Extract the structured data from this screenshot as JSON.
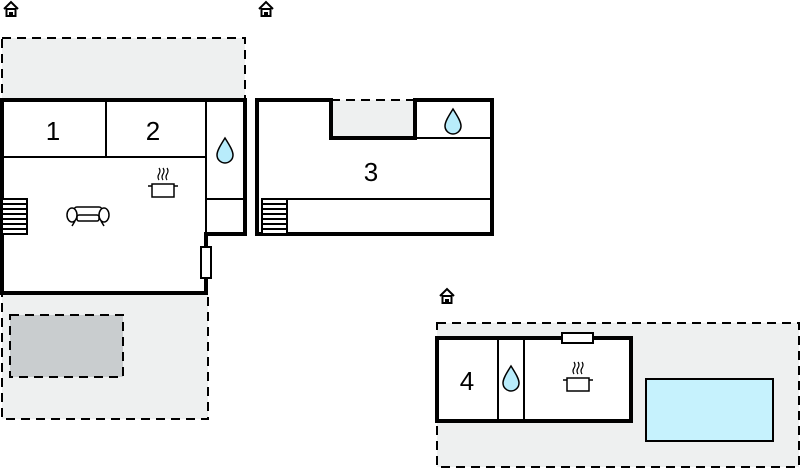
{
  "rooms": {
    "r1": {
      "label": "1"
    },
    "r2": {
      "label": "2"
    },
    "r3": {
      "label": "3"
    },
    "r4": {
      "label": "4"
    }
  },
  "icons": {
    "entrance": "house-entrance-icon",
    "bathroom": "water-drop-icon",
    "kitchen": "cooking-pot-icon",
    "living": "sofa-icon",
    "stairs": "stairs-icon",
    "window": "window-icon"
  },
  "colors": {
    "outdoor": "#eef0f0",
    "terrace": "#c9cdcf",
    "pool": "#c6f2fd",
    "drop": "#b8ecfb",
    "wall": "#000000"
  }
}
